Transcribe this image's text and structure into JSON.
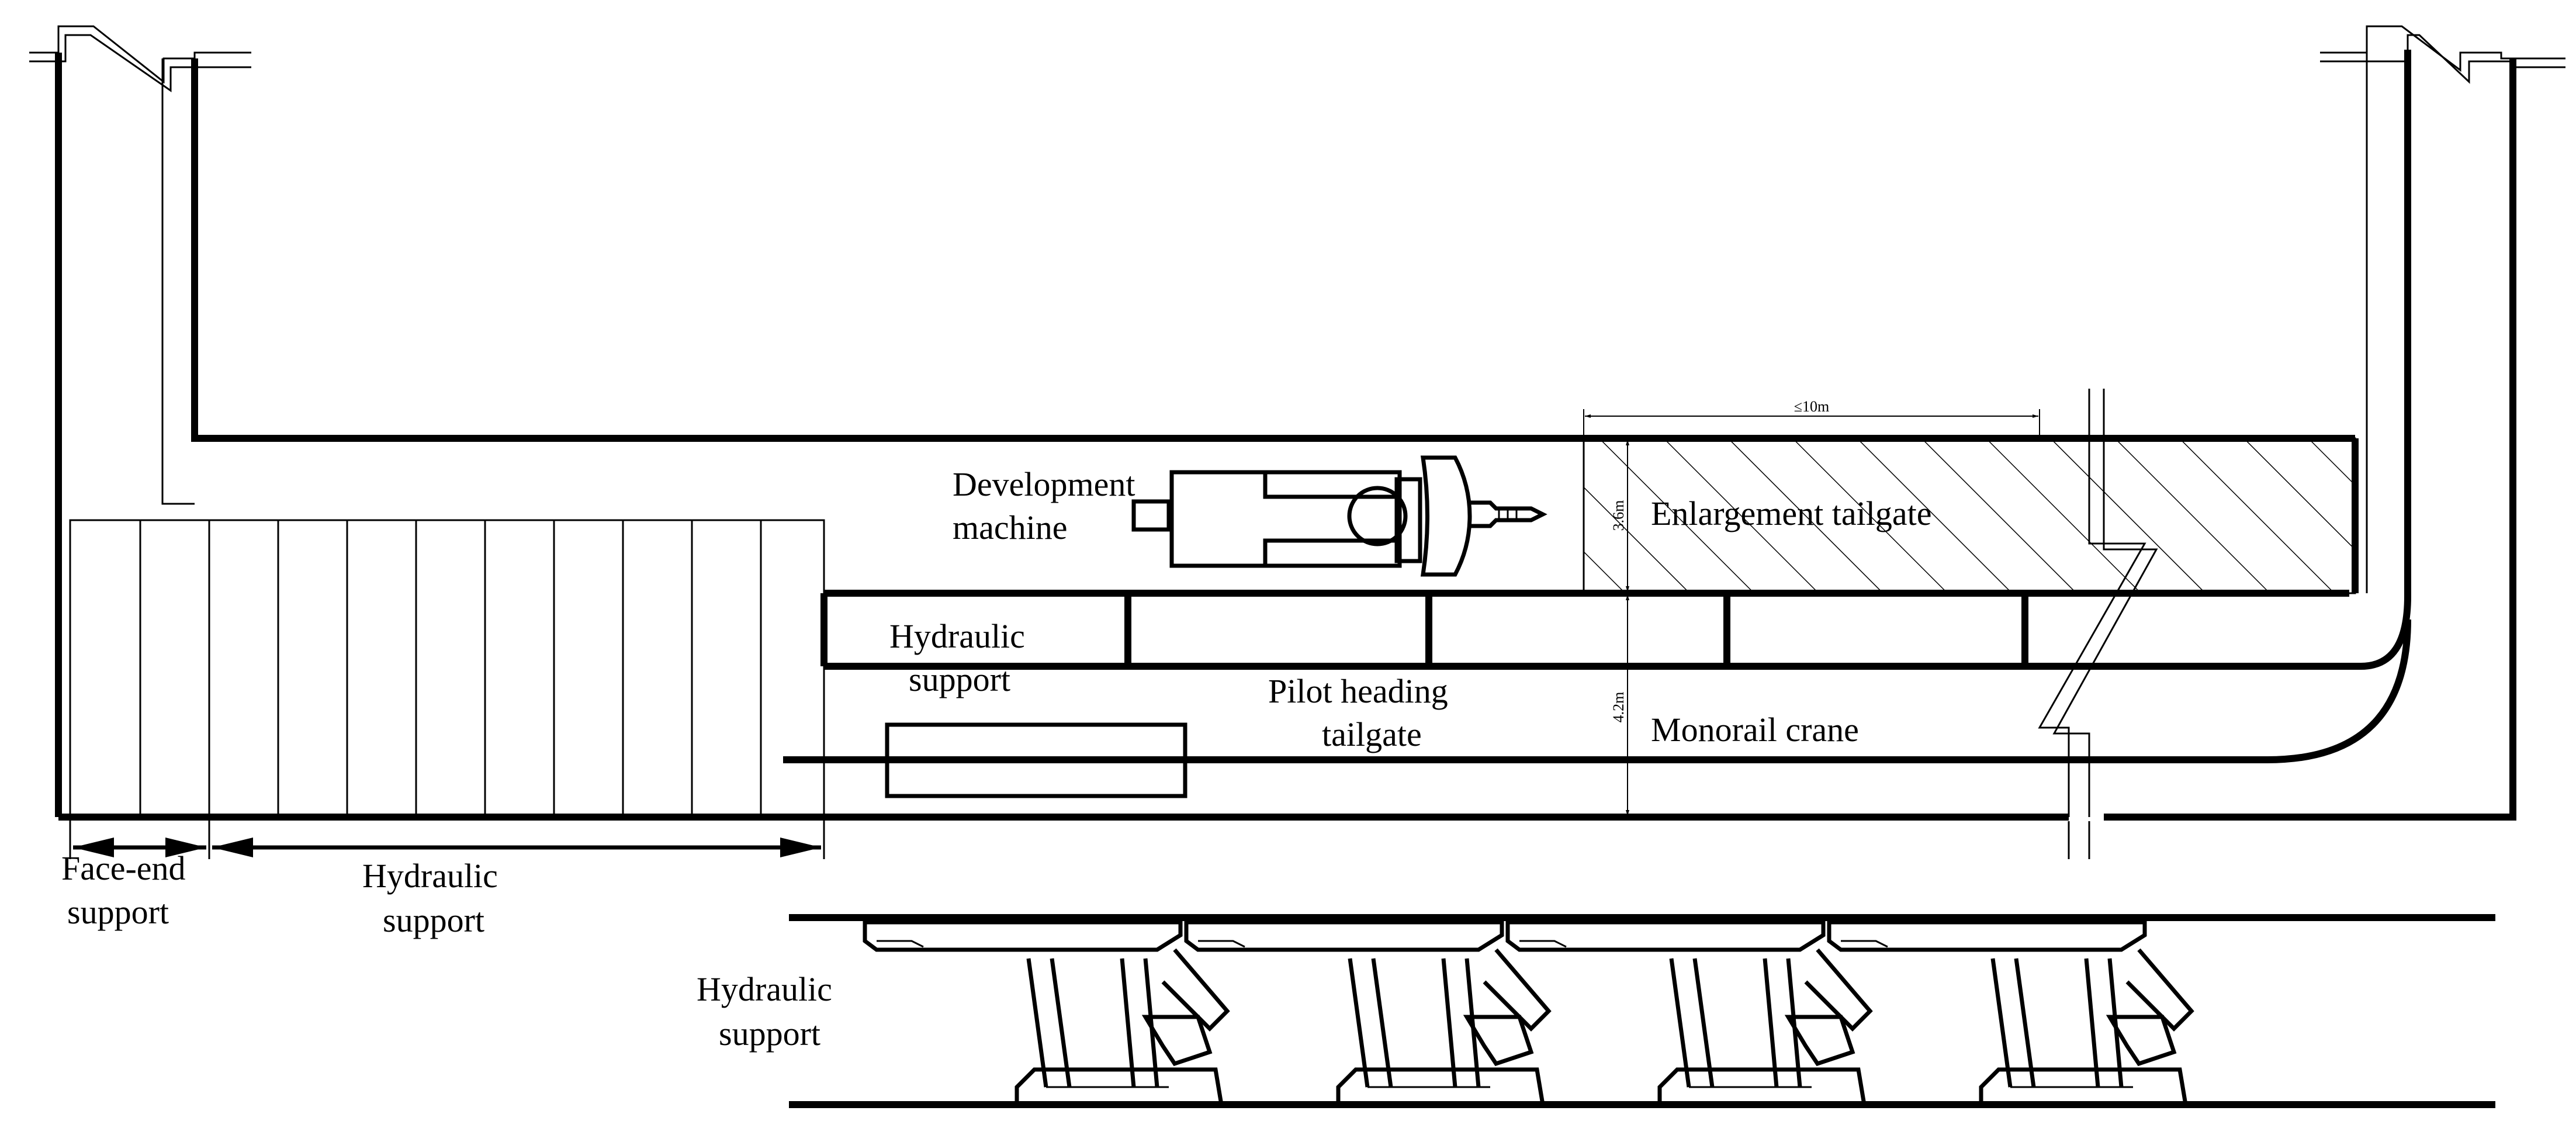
{
  "labels": {
    "development_machine_line1": "Development",
    "development_machine_line2": "machine",
    "enlargement_tailgate": "Enlargement tailgate",
    "hydraulic_support_upper_line1": "Hydraulic",
    "hydraulic_support_upper_line2": "support",
    "pilot_heading_line1": "Pilot heading",
    "pilot_heading_line2": "tailgate",
    "monorail_crane": "Monorail crane",
    "face_end_line1": "Face-end",
    "face_end_line2": "support",
    "hydraulic_support_bottom_line1": "Hydraulic",
    "hydraulic_support_bottom_line2": "support",
    "hydraulic_support_left_line1": "Hydraulic",
    "hydraulic_support_left_line2": "support"
  },
  "dimensions": {
    "enlargement_length": "≤10m",
    "enlargement_width": "3.6m",
    "pilot_width": "4.2m"
  },
  "colors": {
    "line": "#000000",
    "background": "#ffffff"
  }
}
